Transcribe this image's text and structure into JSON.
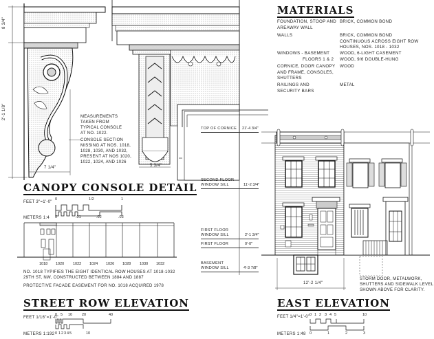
{
  "materials": {
    "title": "MATERIALS",
    "rows": [
      {
        "item": "FOUNDATION, STOOP AND AREAWAY WALL",
        "item_lines": [
          "FOUNDATION, STOOP AND",
          "AREAWAY WALL"
        ],
        "material_lines": [
          "BRICK, COMMON BOND"
        ]
      },
      {
        "item": "WALLS",
        "item_lines": [
          "WALLS"
        ],
        "material_lines": [
          "BRICK, COMMON BOND",
          "CONTINUOUS ACROSS EIGHT ROW",
          "HOUSES, NOS. 1018 - 1032"
        ]
      },
      {
        "item": "WINDOWS - BASEMENT / FLOORS 1 & 2",
        "item_lines": [
          "WINDOWS - BASEMENT",
          "FLOORS 1 & 2"
        ],
        "material_lines": [
          "WOOD, 6-LIGHT CASEMENT",
          "WOOD, 9/6 DOUBLE-HUNG"
        ]
      },
      {
        "item": "CORNICE, DOOR CANOPY AND FRAME, CONSOLES, SHUTTERS",
        "item_lines": [
          "CORNICE, DOOR CANOPY",
          "AND FRAME, CONSOLES,",
          "SHUTTERS"
        ],
        "material_lines": [
          "WOOD"
        ]
      },
      {
        "item": "RAILINGS AND SECURITY BARS",
        "item_lines": [
          "RAILINGS AND",
          "SECURITY BARS"
        ],
        "material_lines": [
          "METAL"
        ]
      }
    ]
  },
  "canopy_console_detail": {
    "title": "CANOPY CONSOLE DETAIL",
    "dim_top": "8 3/4\"",
    "dim_height": "2'-1 1/8\"",
    "dim_width_side": "7 1/4\"",
    "dim_width_front": "5 3/4\"",
    "note_measurements": [
      "MEASUREMENTS",
      "TAKEN FROM",
      "TYPICAL CONSOLE",
      "AT NO. 1022."
    ],
    "note_section": [
      "CONSOLE SECTION",
      "MISSING AT NOS. 1018,",
      "1028, 1030, AND 1032,",
      "PRESENT AT NOS 1020,",
      "1022, 1024, AND 1026"
    ],
    "scale": {
      "feet_label": "FEET 3\"=1'-0\"",
      "feet_ticks": [
        "0",
        "1/2",
        "1"
      ],
      "meters_label": "METERS 1:4",
      "meters_ticks": [
        "0",
        ".01",
        ".02",
        ".03"
      ]
    }
  },
  "street_row_elevation": {
    "title": "STREET ROW ELEVATION",
    "house_numbers": [
      "1018",
      "1020",
      "1022",
      "1024",
      "1026",
      "1028",
      "1030",
      "1032"
    ],
    "note_lines": [
      "NO. 1018 TYPIFIES THE EIGHT IDENTICAL ROW HOUSES AT 1018-1032",
      "29TH ST, NW, CONSTRUCTED BETWEEN 1884 AND 1887"
    ],
    "easement_note": "PROTECTIVE FACADE EASEMENT FOR NO. 1018 ACQUIRED 1978",
    "scale": {
      "feet_label": "FEET 1/16\"=1'-0\"",
      "feet_ticks": [
        "0",
        "5",
        "10",
        "20",
        "40"
      ],
      "meters_label": "METERS 1:192",
      "meters_ticks": [
        "0",
        "1",
        "2",
        "3",
        "4",
        "5",
        "10"
      ]
    }
  },
  "heights": {
    "levels": [
      {
        "label_lines": [
          "TOP OF CORNICE"
        ],
        "value": "21'-4 3/4\""
      },
      {
        "label_lines": [
          "SECOND FLOOR",
          "WINDOW SILL"
        ],
        "value": "11'-2 3/4\""
      },
      {
        "label_lines": [
          "FIRST FLOOR",
          "WINDOW SILL"
        ],
        "value": "2'-1 3/4\""
      },
      {
        "label_lines": [
          "FIRST FLOOR"
        ],
        "value": "0'-0\""
      },
      {
        "label_lines": [
          "BASEMENT",
          "WINDOW SILL"
        ],
        "value": "4'-3 7/8\""
      }
    ]
  },
  "east_elevation": {
    "title": "EAST ELEVATION",
    "width_dim": "12'-2 1/4\"",
    "note_lines": [
      "STORM DOOR, METALWORK,",
      "SHUTTERS AND SIDEWALK LEVEL",
      "SHOWN ABOVE FOR CLARITY."
    ],
    "scale": {
      "feet_label": "FEET 1/4\"=1'-0\"",
      "feet_ticks": [
        "0",
        "1",
        "2",
        "3",
        "4",
        "5",
        "10"
      ],
      "meters_label": "METERS 1:48",
      "meters_ticks": [
        "0",
        "1",
        "2",
        "3"
      ]
    }
  },
  "colors": {
    "ink": "#111111",
    "stipple": "#bdbdbd",
    "paper": "#ffffff"
  }
}
